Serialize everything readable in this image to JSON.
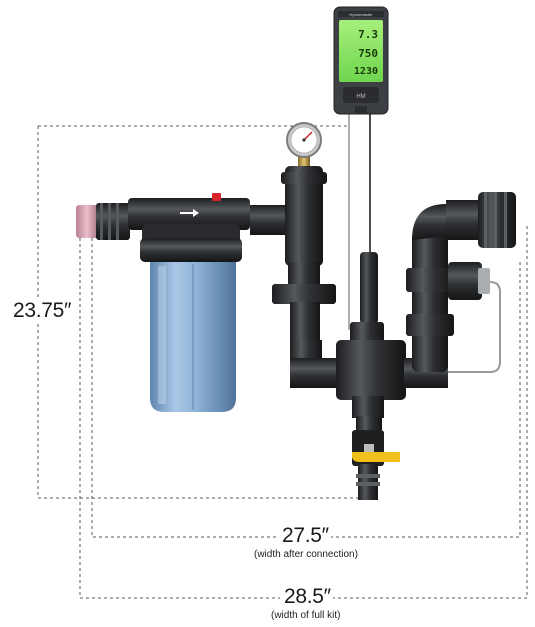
{
  "dimensions": {
    "height": {
      "value": "23.75″"
    },
    "width_after_connection": {
      "value": "27.5″",
      "caption": "(width after connection)"
    },
    "width_full_kit": {
      "value": "28.5″",
      "caption": "(width of full kit)"
    }
  },
  "meter": {
    "brand": "Hydromaster",
    "readings": [
      "7.3",
      "750",
      "1230"
    ],
    "buttons_label": "HM"
  },
  "colors": {
    "pipe": "#2b2d30",
    "pipe_highlight": "#55585c",
    "filter_housing": "#8fb4d8",
    "meter_screen": "#8ee56a",
    "valve_handle": "#f2c01b",
    "inlet_fitting": "#d8a6b4",
    "dimension_line": "#555555"
  }
}
